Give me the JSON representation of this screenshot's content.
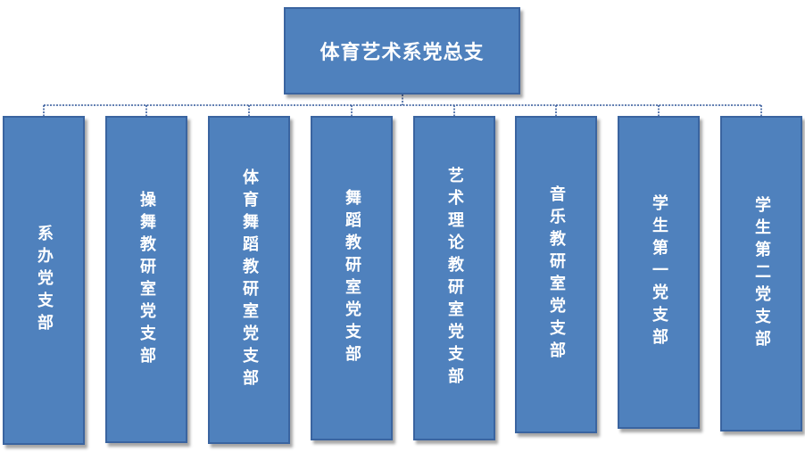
{
  "root": {
    "label": "体育艺术系党总支"
  },
  "branches": [
    {
      "label": "系办党支部"
    },
    {
      "label": "操舞教研室党支部"
    },
    {
      "label": "体育舞蹈教研室党支部"
    },
    {
      "label": "舞蹈教研室党支部"
    },
    {
      "label": "艺术理论教研室党支部"
    },
    {
      "label": "音乐教研室党支部"
    },
    {
      "label": "学生第一党支部"
    },
    {
      "label": "学生第二党支部"
    }
  ],
  "colors": {
    "box_fill": "#4f81bd",
    "box_border": "#3a64a0",
    "connector": "#2f5597",
    "text": "#ffffff"
  }
}
